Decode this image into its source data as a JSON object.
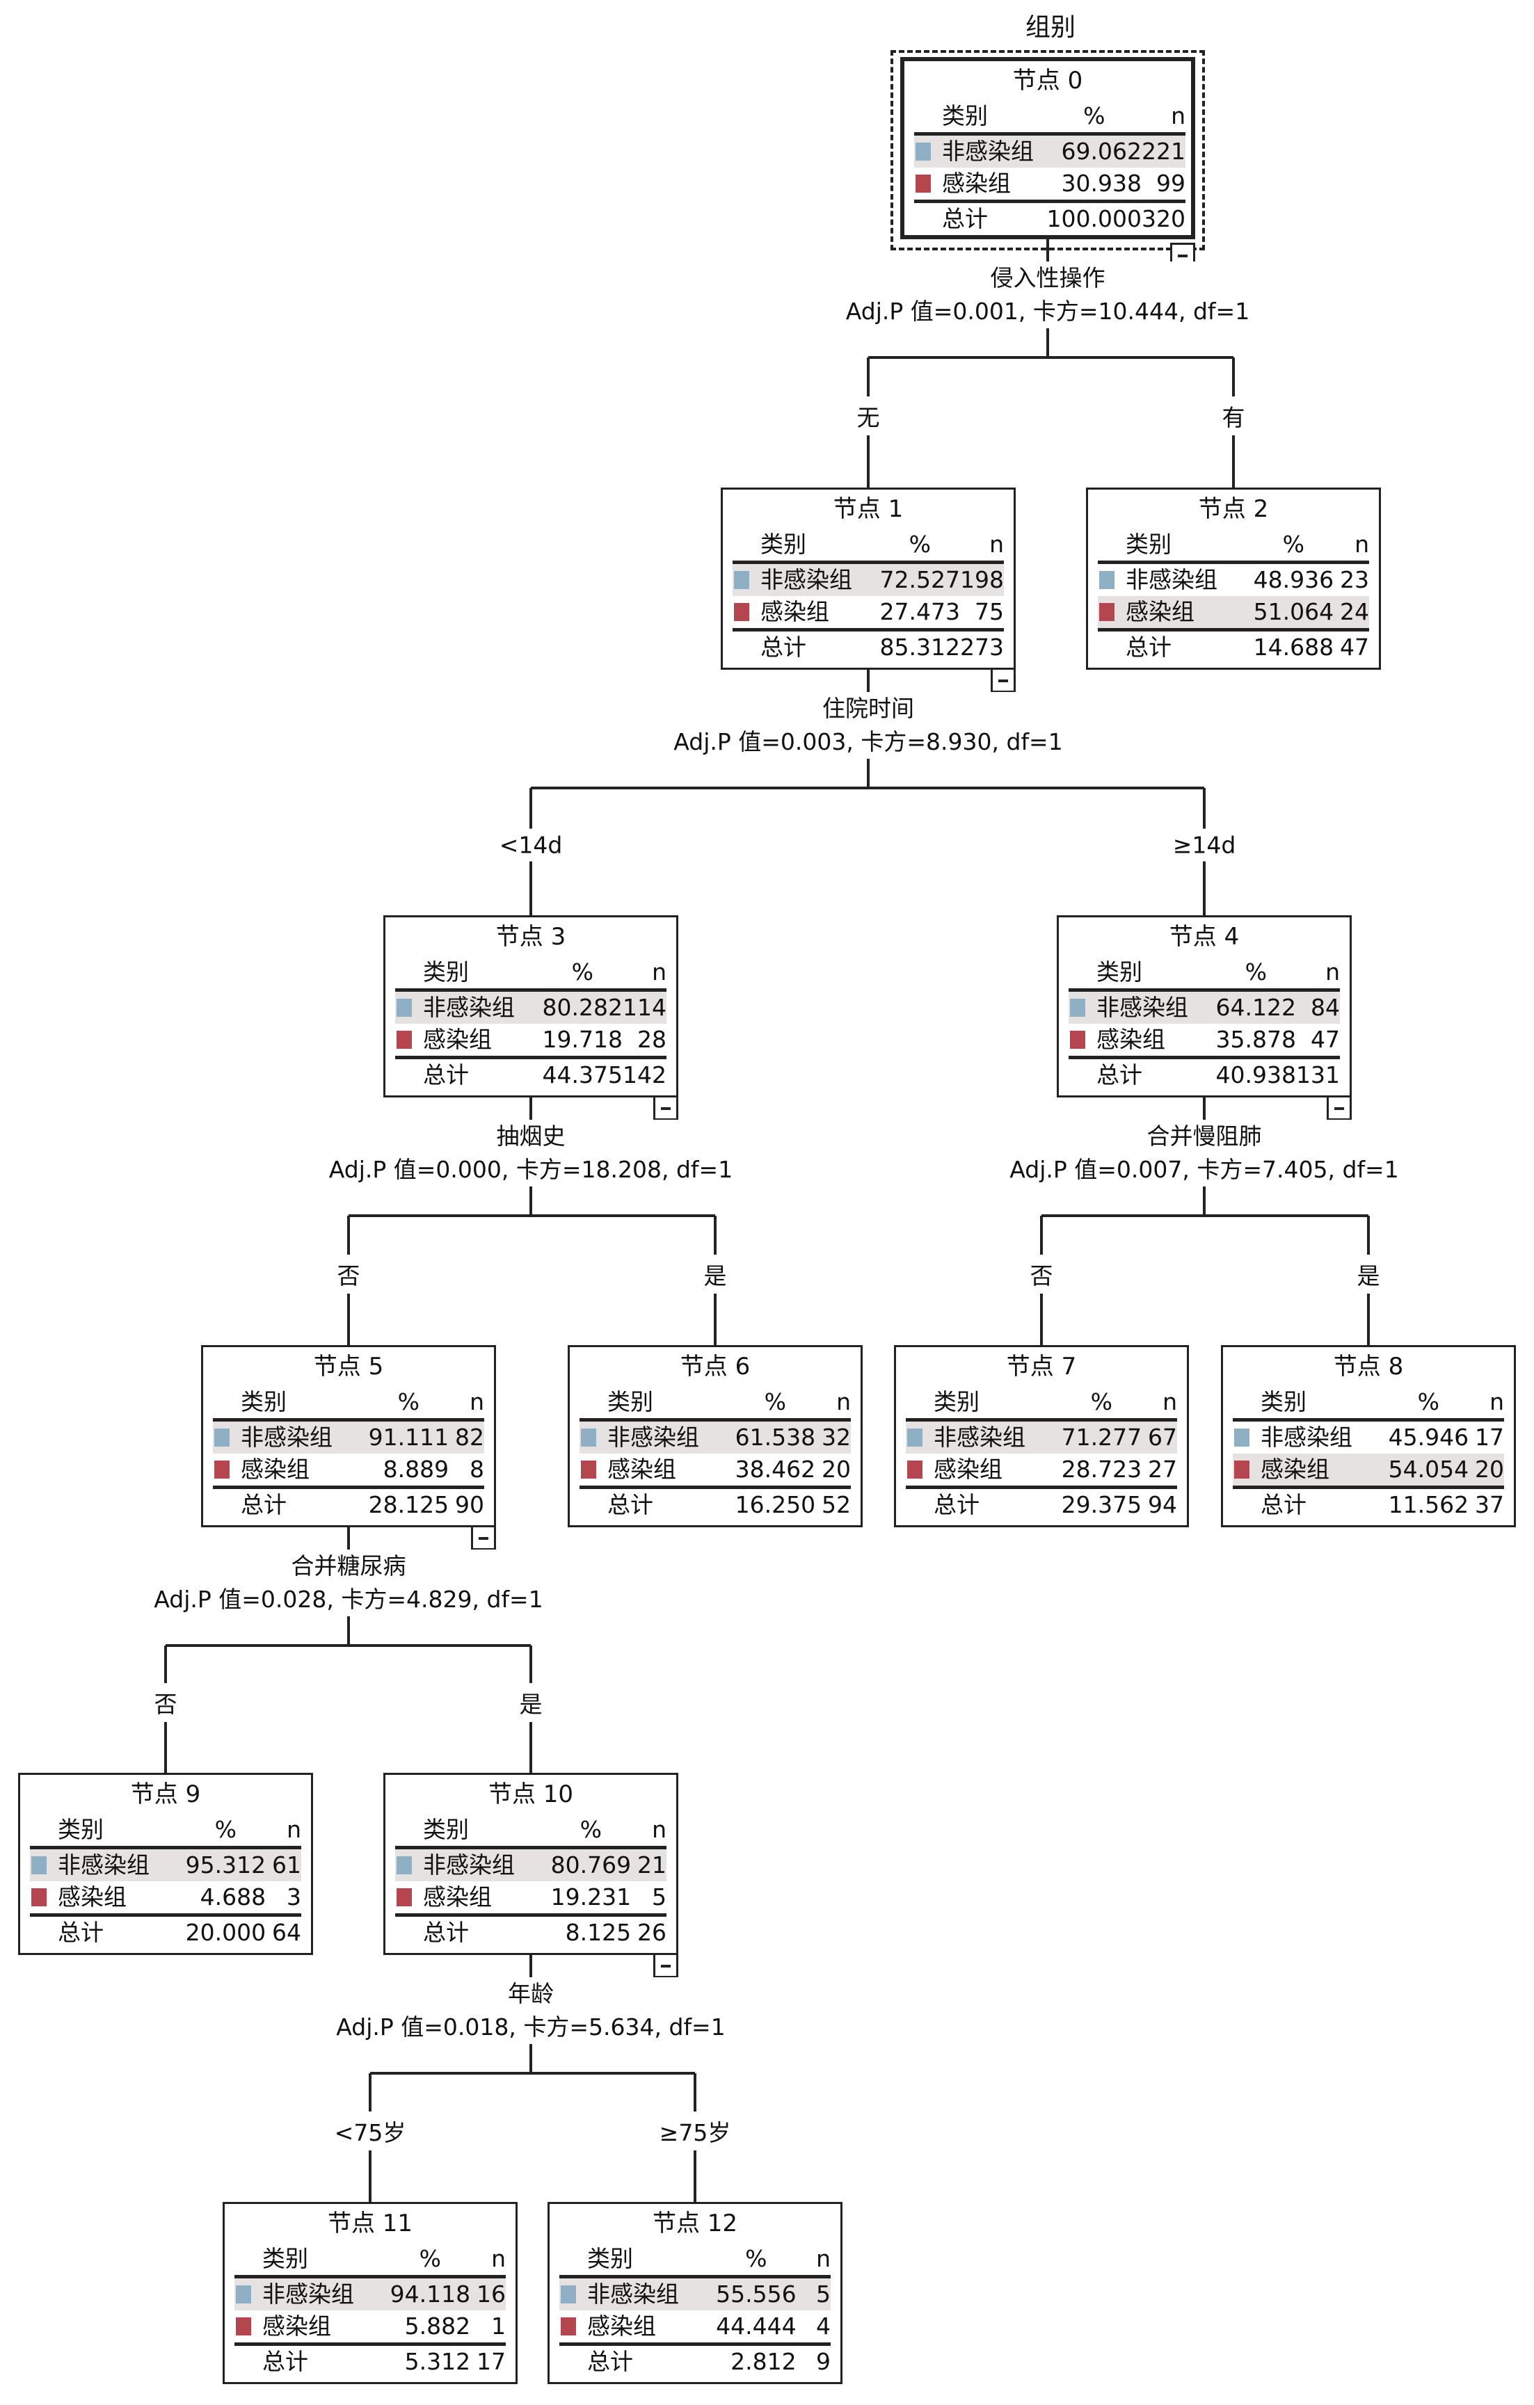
{
  "title": "组别",
  "colors": {
    "non_infected": "#8fb0c4",
    "infected": "#b5464f",
    "highlight": "#e6e2e1"
  },
  "headers": {
    "category": "类别",
    "percent": "%",
    "n": "n"
  },
  "labels": {
    "non_infected": "非感染组",
    "infected": "感染组",
    "total": "总计"
  },
  "nodes": [
    {
      "id": 0,
      "title": "节点 0",
      "rows": [
        {
          "pct": "69.062",
          "n": "221"
        },
        {
          "pct": "30.938",
          "n": "99"
        }
      ],
      "total": {
        "pct": "100.000",
        "n": "320"
      },
      "majority": 0
    },
    {
      "id": 1,
      "title": "节点 1",
      "rows": [
        {
          "pct": "72.527",
          "n": "198"
        },
        {
          "pct": "27.473",
          "n": "75"
        }
      ],
      "total": {
        "pct": "85.312",
        "n": "273"
      },
      "majority": 0
    },
    {
      "id": 2,
      "title": "节点 2",
      "rows": [
        {
          "pct": "48.936",
          "n": "23"
        },
        {
          "pct": "51.064",
          "n": "24"
        }
      ],
      "total": {
        "pct": "14.688",
        "n": "47"
      },
      "majority": 1
    },
    {
      "id": 3,
      "title": "节点 3",
      "rows": [
        {
          "pct": "80.282",
          "n": "114"
        },
        {
          "pct": "19.718",
          "n": "28"
        }
      ],
      "total": {
        "pct": "44.375",
        "n": "142"
      },
      "majority": 0
    },
    {
      "id": 4,
      "title": "节点 4",
      "rows": [
        {
          "pct": "64.122",
          "n": "84"
        },
        {
          "pct": "35.878",
          "n": "47"
        }
      ],
      "total": {
        "pct": "40.938",
        "n": "131"
      },
      "majority": 0
    },
    {
      "id": 5,
      "title": "节点 5",
      "rows": [
        {
          "pct": "91.111",
          "n": "82"
        },
        {
          "pct": "8.889",
          "n": "8"
        }
      ],
      "total": {
        "pct": "28.125",
        "n": "90"
      },
      "majority": 0
    },
    {
      "id": 6,
      "title": "节点 6",
      "rows": [
        {
          "pct": "61.538",
          "n": "32"
        },
        {
          "pct": "38.462",
          "n": "20"
        }
      ],
      "total": {
        "pct": "16.250",
        "n": "52"
      },
      "majority": 0
    },
    {
      "id": 7,
      "title": "节点 7",
      "rows": [
        {
          "pct": "71.277",
          "n": "67"
        },
        {
          "pct": "28.723",
          "n": "27"
        }
      ],
      "total": {
        "pct": "29.375",
        "n": "94"
      },
      "majority": 0
    },
    {
      "id": 8,
      "title": "节点 8",
      "rows": [
        {
          "pct": "45.946",
          "n": "17"
        },
        {
          "pct": "54.054",
          "n": "20"
        }
      ],
      "total": {
        "pct": "11.562",
        "n": "37"
      },
      "majority": 1
    },
    {
      "id": 9,
      "title": "节点 9",
      "rows": [
        {
          "pct": "95.312",
          "n": "61"
        },
        {
          "pct": "4.688",
          "n": "3"
        }
      ],
      "total": {
        "pct": "20.000",
        "n": "64"
      },
      "majority": 0
    },
    {
      "id": 10,
      "title": "节点 10",
      "rows": [
        {
          "pct": "80.769",
          "n": "21"
        },
        {
          "pct": "19.231",
          "n": "5"
        }
      ],
      "total": {
        "pct": "8.125",
        "n": "26"
      },
      "majority": 0
    },
    {
      "id": 11,
      "title": "节点 11",
      "rows": [
        {
          "pct": "94.118",
          "n": "16"
        },
        {
          "pct": "5.882",
          "n": "1"
        }
      ],
      "total": {
        "pct": "5.312",
        "n": "17"
      },
      "majority": 0
    },
    {
      "id": 12,
      "title": "节点 12",
      "rows": [
        {
          "pct": "55.556",
          "n": "5"
        },
        {
          "pct": "44.444",
          "n": "4"
        }
      ],
      "total": {
        "pct": "2.812",
        "n": "9"
      },
      "majority": 0
    }
  ],
  "splits": [
    {
      "parent": 0,
      "variable": "侵入性操作",
      "stats": "Adj.P 值=0.001, 卡方=10.444, df=1",
      "children": [
        {
          "node": 1,
          "label": "无"
        },
        {
          "node": 2,
          "label": "有"
        }
      ]
    },
    {
      "parent": 1,
      "variable": "住院时间",
      "stats": "Adj.P 值=0.003, 卡方=8.930, df=1",
      "children": [
        {
          "node": 3,
          "label": "<14d"
        },
        {
          "node": 4,
          "label": "≥14d"
        }
      ]
    },
    {
      "parent": 3,
      "variable": "抽烟史",
      "stats": "Adj.P 值=0.000, 卡方=18.208, df=1",
      "children": [
        {
          "node": 5,
          "label": "否"
        },
        {
          "node": 6,
          "label": "是"
        }
      ]
    },
    {
      "parent": 4,
      "variable": "合并慢阻肺",
      "stats": "Adj.P 值=0.007, 卡方=7.405, df=1",
      "children": [
        {
          "node": 7,
          "label": "否"
        },
        {
          "node": 8,
          "label": "是"
        }
      ]
    },
    {
      "parent": 5,
      "variable": "合并糖尿病",
      "stats": "Adj.P 值=0.028, 卡方=4.829, df=1",
      "children": [
        {
          "node": 9,
          "label": "否"
        },
        {
          "node": 10,
          "label": "是"
        }
      ]
    },
    {
      "parent": 10,
      "variable": "年龄",
      "stats": "Adj.P 值=0.018, 卡方=5.634, df=1",
      "children": [
        {
          "node": 11,
          "label": "<75岁"
        },
        {
          "node": 12,
          "label": "≥75岁"
        }
      ]
    }
  ]
}
